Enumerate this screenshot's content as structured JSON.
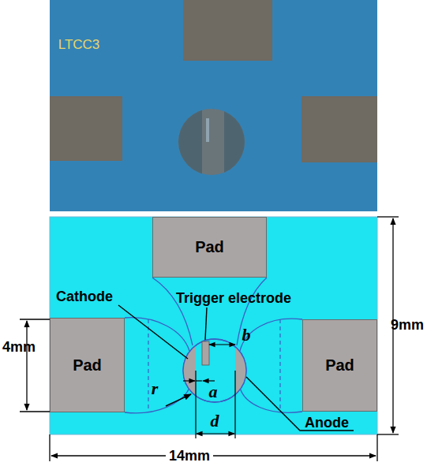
{
  "diagram": {
    "nodes": [
      {
        "text": [
          "Pad"
        ]
      },
      {
        "text": [
          "Pad"
        ]
      },
      {
        "text": [
          "Pad"
        ]
      }
    ],
    "labels": [
      "LTCC3",
      "Cathode",
      "Trigger electrode",
      "b",
      "r",
      "a",
      "d",
      "Anode",
      "4mm",
      "9mm",
      "14mm"
    ]
  }
}
